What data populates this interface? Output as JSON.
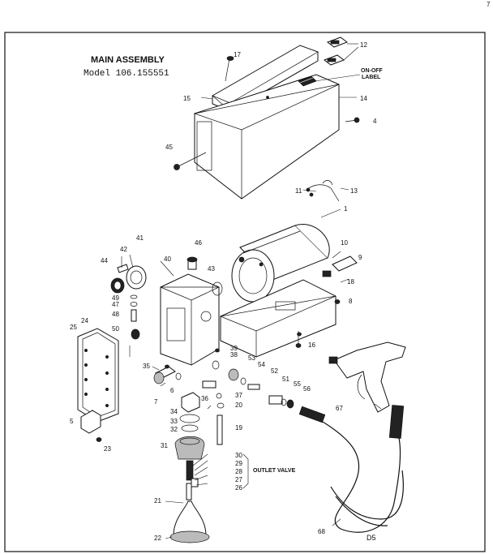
{
  "title": "MAIN ASSEMBLY",
  "model": "Model 106.155551",
  "figure_code": "D5",
  "corner_mark": "7",
  "callouts": {
    "on_off_label": [
      "ON-OFF",
      "LABEL"
    ],
    "outlet_valve": "OUTLET VALVE"
  },
  "part_numbers": [
    "17",
    "12",
    "15",
    "14",
    "4",
    "45",
    "11",
    "13",
    "1",
    "10",
    "9",
    "46",
    "42",
    "41",
    "44",
    "40",
    "43",
    "18",
    "49",
    "47",
    "48",
    "50",
    "8",
    "16",
    "24",
    "25",
    "39",
    "38",
    "53",
    "54",
    "52",
    "35",
    "7",
    "6",
    "36",
    "37",
    "34",
    "20",
    "51",
    "55",
    "56",
    "67",
    "33",
    "32",
    "19",
    "5",
    "23",
    "31",
    "30",
    "29",
    "28",
    "27",
    "26",
    "21",
    "22",
    "68"
  ]
}
